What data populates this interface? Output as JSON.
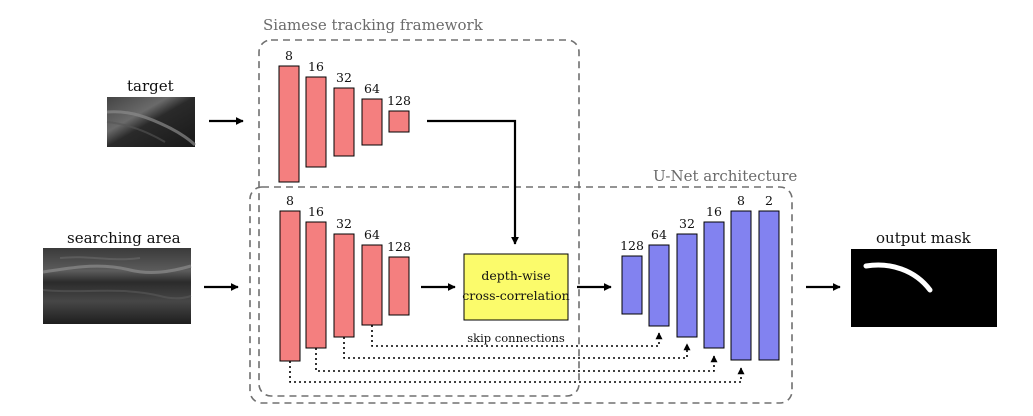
{
  "frames": {
    "siamese": "Siamese tracking framework",
    "unet": "U-Net architecture"
  },
  "inputs": {
    "target": "target",
    "search": "searching area"
  },
  "output": {
    "label": "output mask"
  },
  "encoder_top": {
    "channels": [
      "8",
      "16",
      "32",
      "64",
      "128"
    ]
  },
  "encoder_bottom": {
    "channels": [
      "8",
      "16",
      "32",
      "64",
      "128"
    ]
  },
  "decoder": {
    "channels": [
      "128",
      "64",
      "32",
      "16",
      "8",
      "2"
    ]
  },
  "xcorr": {
    "line1": "depth-wise",
    "line2": "cross-correlation"
  },
  "skip": {
    "label": "skip connections"
  },
  "colors": {
    "encoder": "#f47f7f",
    "decoder": "#8282f0",
    "xcorr": "#fbfb6b",
    "frame": "#707070",
    "arrow": "#000000"
  }
}
